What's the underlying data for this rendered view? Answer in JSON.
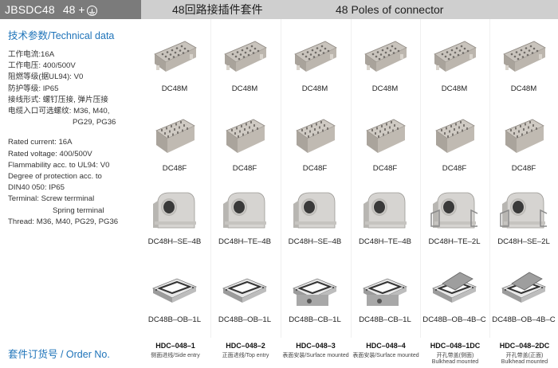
{
  "header": {
    "model": "JBSDC48",
    "poles": "48 +",
    "ground_icon": "ground-symbol-icon",
    "title_cn": "48回路接插件套件",
    "title_en": "48 Poles of connector",
    "left_bg": "#7b7b7b",
    "right_bg": "#cfcfcf"
  },
  "technical": {
    "title": "技术参数/Technical data",
    "title_color": "#1e73b9",
    "cn_specs": [
      "工作电流:16A",
      "工作电压: 400/500V",
      "阻燃等级(据UL94): V0",
      "防护等级: IP65",
      "接线形式: 螺钉压接, 弹片压接",
      "电缆入口可选螺纹: M36, M40,",
      "PG29, PG36"
    ],
    "en_specs": [
      "Rated current: 16A",
      "Rated voltage: 400/500V",
      "Flammability acc. to UL94: V0",
      "Degree of protection acc. to",
      "DIN40 050: IP65",
      "Terminal: Screw terrminal",
      "Spring terminal",
      "Thread: M36, M40, PG29, PG36"
    ]
  },
  "rows": [
    {
      "type": "male-insert",
      "labels": [
        "DC48M",
        "DC48M",
        "DC48M",
        "DC48M",
        "DC48M",
        "DC48M"
      ]
    },
    {
      "type": "female-insert",
      "labels": [
        "DC48F",
        "DC48F",
        "DC48F",
        "DC48F",
        "DC48F",
        "DC48F"
      ]
    },
    {
      "type": "hood",
      "labels": [
        "DC48H–SE–4B",
        "DC48H–TE–4B",
        "DC48H–SE–4B",
        "DC48H–TE–4B",
        "DC48H–TE–2L",
        "DC48H–SE–2L"
      ]
    },
    {
      "type": "base",
      "labels": [
        "DC48B–OB–1L",
        "DC48B–OB–1L",
        "DC48B–CB–1L",
        "DC48B–CB–1L",
        "DC48B–OB–4B–C",
        "DC48B–OB–4B–C"
      ]
    }
  ],
  "order": {
    "title": "套件订货号 / Order No.",
    "items": [
      {
        "code": "HDC–048–1",
        "desc": "侧面进线/Side entry"
      },
      {
        "code": "HDC–048–2",
        "desc": "正面进线/Top entry"
      },
      {
        "code": "HDC–048–3",
        "desc": "表面安装/Surface mounted"
      },
      {
        "code": "HDC–048–4",
        "desc": "表面安装/Surface mounted"
      },
      {
        "code": "HDC–048–1DC",
        "desc": "开孔带盖(侧面)",
        "desc2": "Bulkhead mounted"
      },
      {
        "code": "HDC–048–2DC",
        "desc": "开孔带盖(正面)",
        "desc2": "Bulkhead mounted"
      }
    ]
  }
}
